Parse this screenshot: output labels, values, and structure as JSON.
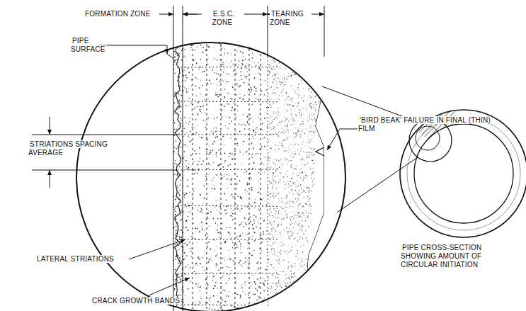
{
  "diagram": {
    "labels": [
      "FORMATION ZONE",
      "E.S.C. ZONE",
      "TEARING ZONE",
      "PIPE SURFACE",
      "STRIATIONS SPACING AVERAGE",
      "LATERAL STRIATIONS",
      "CRACK GROWTH BANDS",
      "'BIRD BEAK' FAILURE IN FINAL (THIN) FILM",
      "PIPE CROSS-SECTION SHOWING AMOUNT OF CIRCULAR INITIATION"
    ]
  }
}
